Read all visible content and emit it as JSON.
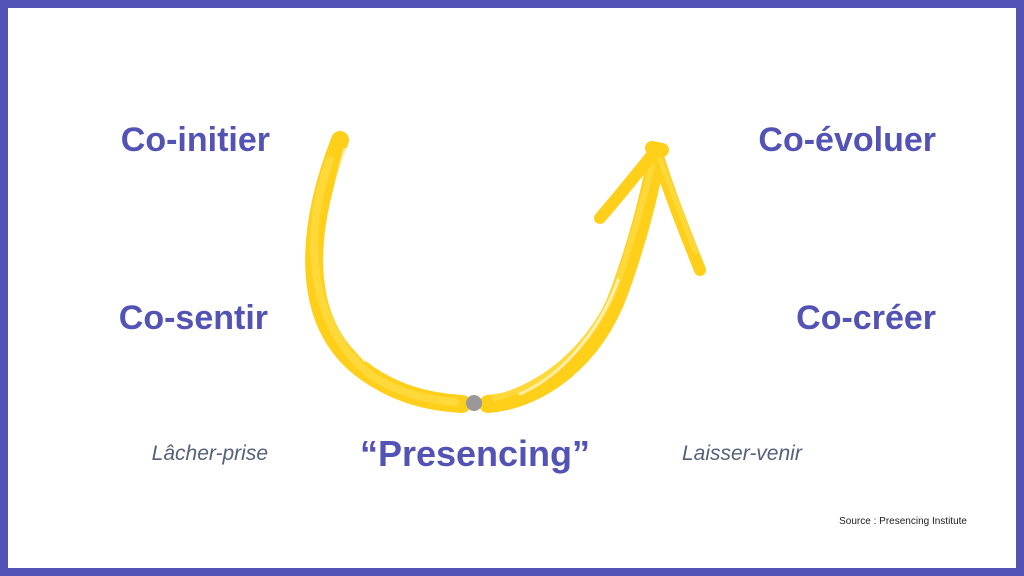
{
  "labels": {
    "top_left": "Co-initier",
    "middle_left": "Co-sentir",
    "top_right": "Co-évoluer",
    "middle_right": "Co-créer",
    "center": "“Presencing”",
    "sub_left": "Lâcher-prise",
    "sub_right": "Laisser-venir"
  },
  "source": "Source :  Presencing Institute",
  "colors": {
    "frame": "#5352b5",
    "text": "#5352b5",
    "arrow": "#ffcf1a",
    "dot": "#999999",
    "subtext": "#55607a"
  }
}
